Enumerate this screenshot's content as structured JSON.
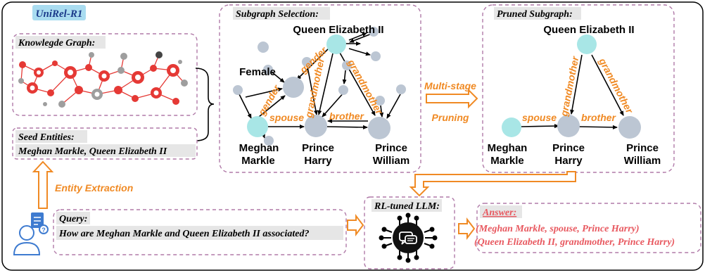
{
  "system_name": "UniRel-R1",
  "knowledge_graph": {
    "title": "Knowlegde Graph:"
  },
  "seed_entities": {
    "title": "Seed Entities:",
    "value": "Meghan Markle, Queen Elizabeth II"
  },
  "entity_extraction": {
    "label": "Entity Extraction"
  },
  "query": {
    "title": "Query:",
    "text": "How are Meghan Markle and Queen Elizabeth II associated?"
  },
  "subgraph_selection": {
    "title": "Subgraph Selection:",
    "nodes": {
      "queen": "Queen Elizabeth II",
      "female": "Female",
      "meghan_line1": "Meghan",
      "meghan_line2": "Markle",
      "harry_line1": "Prince",
      "harry_line2": "Harry",
      "william_line1": "Prince",
      "william_line2": "William"
    },
    "edges": {
      "gender_top": "gender",
      "gender_left": "gender",
      "spouse": "spouse",
      "grandmother_left": "grandmother",
      "grandmother_right": "grandmother",
      "brother": "brother"
    }
  },
  "multi_stage_pruning": {
    "line1": "Multi-stage",
    "line2": "Pruning"
  },
  "pruned_subgraph": {
    "title": "Pruned Subgraph:",
    "nodes": {
      "queen": "Queen Elizabeth II",
      "meghan_line1": "Meghan",
      "meghan_line2": "Markle",
      "harry_line1": "Prince",
      "harry_line2": "Harry",
      "william_line1": "Prince",
      "william_line2": "William"
    },
    "edges": {
      "spouse": "spouse",
      "grandmother_left": "grandmother",
      "grandmother_right": "grandmother",
      "brother": "brother"
    }
  },
  "rl_tuned_llm": {
    "title": "RL-tuned LLM:"
  },
  "answer": {
    "title": "Answer:",
    "lines": [
      "(Meghan Markle, spouse, Prince Harry)",
      "(Queen Elizabeth II, grandmother, Prince Harry)"
    ]
  },
  "colors": {
    "orange": "#F08A24",
    "purple_dash": "#B07AA8",
    "answer_red": "#E8585F",
    "node_grey": "#BCC6D3",
    "node_cyan": "#A8E6E6",
    "badge_blue": "#A9DCF0",
    "label_grey": "#E6E6E6",
    "icon_blue": "#3E7BD0",
    "kg_red": "#E53935"
  }
}
